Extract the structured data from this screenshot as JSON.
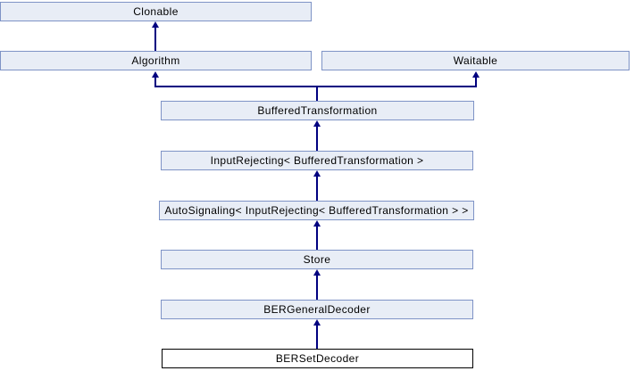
{
  "diagram": {
    "type": "class-inheritance",
    "nodes": [
      {
        "label": "Clonable"
      },
      {
        "label": "Algorithm"
      },
      {
        "label": "Waitable"
      },
      {
        "label": "BufferedTransformation"
      },
      {
        "label": "InputRejecting< BufferedTransformation >"
      },
      {
        "label": "AutoSignaling< InputRejecting< BufferedTransformation > >"
      },
      {
        "label": "Store"
      },
      {
        "label": "BERGeneralDecoder"
      },
      {
        "label": "BERSetDecoder",
        "current": true
      }
    ],
    "edges": [
      {
        "from": "Algorithm",
        "to": "Clonable"
      },
      {
        "from": "BufferedTransformation",
        "to": "Algorithm"
      },
      {
        "from": "BufferedTransformation",
        "to": "Waitable"
      },
      {
        "from": "InputRejecting< BufferedTransformation >",
        "to": "BufferedTransformation"
      },
      {
        "from": "AutoSignaling< InputRejecting< BufferedTransformation > >",
        "to": "InputRejecting< BufferedTransformation >"
      },
      {
        "from": "Store",
        "to": "AutoSignaling< InputRejecting< BufferedTransformation > >"
      },
      {
        "from": "BERGeneralDecoder",
        "to": "Store"
      },
      {
        "from": "BERSetDecoder",
        "to": "BERGeneralDecoder"
      }
    ],
    "colors": {
      "node_fill": "#e8edf6",
      "node_border": "#7e93c6",
      "current_node_fill": "#ffffff",
      "current_node_border": "#000000",
      "edge": "#000080",
      "text": "#000000"
    }
  }
}
